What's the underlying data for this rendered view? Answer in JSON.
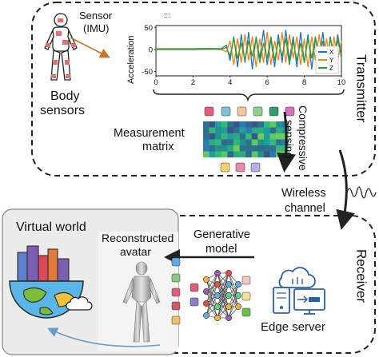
{
  "transmitter": {
    "label": "Transmitter",
    "sensor_label_line1": "Sensor",
    "sensor_label_line2": "(IMU)",
    "body_sensors_line1": "Body",
    "body_sensors_line2": "sensors",
    "measurement_line1": "Measurement",
    "measurement_line2": "matrix",
    "compressive_line1": "Compressive",
    "compressive_line2": "sensing"
  },
  "channel": {
    "wireless_line1": "Wireless",
    "wireless_line2": "channel"
  },
  "receiver": {
    "label": "Receiver",
    "generative_line1": "Generative",
    "generative_line2": "model",
    "reconstructed_line1": "Reconstructed",
    "reconstructed_line2": "avatar",
    "edge_server": "Edge server"
  },
  "virtual_world": {
    "title": "Virtual world"
  },
  "chart_data": {
    "type": "line",
    "title": "",
    "xlabel": "",
    "ylabel": "Acceleration",
    "xlim": [
      0,
      10
    ],
    "ylim": [
      -60,
      55
    ],
    "xticks": [
      "0",
      "2",
      "4",
      "6",
      "8",
      "10"
    ],
    "yticks": [
      "50",
      "0",
      "-50"
    ],
    "legend_position": "right",
    "series": [
      {
        "name": "X",
        "color": "#1f77b4",
        "x": [
          0,
          1,
          2,
          3,
          3.5,
          3.8,
          4.0,
          4.2,
          4.4,
          4.6,
          4.8,
          5.0,
          5.2,
          5.4,
          5.6,
          5.8,
          6.0,
          6.2,
          6.4,
          6.6,
          6.8,
          7.0,
          7.2,
          7.4,
          7.6,
          7.8,
          8.0,
          8.2,
          8.4,
          8.6,
          8.8,
          9.0,
          9.2,
          9.4,
          9.6,
          9.8,
          10
        ],
        "values": [
          2,
          2,
          2,
          3,
          2,
          10,
          -25,
          30,
          -40,
          35,
          -30,
          40,
          -45,
          30,
          -20,
          45,
          -35,
          25,
          -40,
          35,
          -30,
          45,
          -25,
          30,
          -40,
          40,
          -30,
          35,
          -45,
          25,
          -20,
          40,
          -35,
          30,
          -25,
          35,
          -20
        ]
      },
      {
        "name": "Y",
        "color": "#ff7f0e",
        "x": [
          0,
          1,
          2,
          3,
          3.5,
          3.8,
          4.0,
          4.2,
          4.4,
          4.6,
          4.8,
          5.0,
          5.2,
          5.4,
          5.6,
          5.8,
          6.0,
          6.2,
          6.4,
          6.6,
          6.8,
          7.0,
          7.2,
          7.4,
          7.6,
          7.8,
          8.0,
          8.2,
          8.4,
          8.6,
          8.8,
          9.0,
          9.2,
          9.4,
          9.6,
          9.8,
          10
        ],
        "values": [
          1,
          1,
          1,
          2,
          1,
          -5,
          20,
          -35,
          25,
          -30,
          35,
          -25,
          30,
          -40,
          25,
          -30,
          40,
          -35,
          20,
          -25,
          40,
          -30,
          35,
          -20,
          30,
          -35,
          25,
          -40,
          30,
          -25,
          35,
          -30,
          25,
          -35,
          30,
          -25,
          20
        ]
      },
      {
        "name": "Z",
        "color": "#2ca02c",
        "x": [
          0,
          1,
          2,
          3,
          3.5,
          3.8,
          4.0,
          4.2,
          4.4,
          4.6,
          4.8,
          5.0,
          5.2,
          5.4,
          5.6,
          5.8,
          6.0,
          6.2,
          6.4,
          6.6,
          6.8,
          7.0,
          7.2,
          7.4,
          7.6,
          7.8,
          8.0,
          8.2,
          8.4,
          8.6,
          8.8,
          9.0,
          9.2,
          9.4,
          9.6,
          9.8,
          10
        ],
        "values": [
          0,
          0,
          0,
          1,
          0,
          5,
          -15,
          25,
          -20,
          15,
          -25,
          20,
          -15,
          25,
          -30,
          15,
          -20,
          30,
          -25,
          20,
          -15,
          25,
          -35,
          20,
          -25,
          15,
          -30,
          25,
          -20,
          30,
          -25,
          20,
          -30,
          25,
          -15,
          20,
          -10
        ]
      }
    ]
  },
  "colors": {
    "tile_row_top": [
      "#e0607a",
      "#7fc4d4",
      "#f5c89a",
      "#8fd28a",
      "#2e9e6e",
      "#d86fc0"
    ],
    "tile_row_bottom": [
      "#f5d36a",
      "#e98aa5",
      "#b8b0e0"
    ],
    "left_tiles": [
      "#5da9e9",
      "#7fd07a",
      "#e0607a",
      "#d05a6a",
      "#f3c06a",
      "#e0607a",
      "#8a7ec8"
    ],
    "right_tiles": [
      "#f5c6c6",
      "#f5e29a",
      "#6cbf4a"
    ]
  },
  "icons": {
    "body": "human-figure-icon",
    "sensor": "imu-sensor-icon",
    "server": "edge-server-icon",
    "cloud": "cloud-icon",
    "nn": "neural-network-icon",
    "globe": "globe-city-icon",
    "wave": "signal-wave-icon"
  }
}
